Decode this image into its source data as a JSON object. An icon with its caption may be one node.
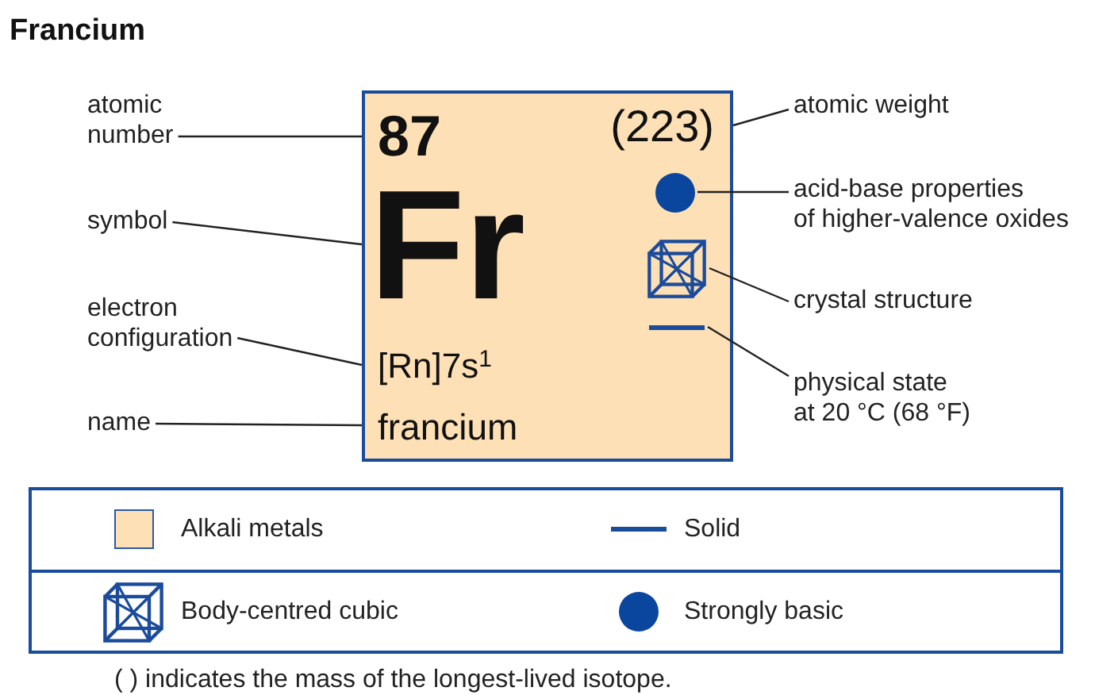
{
  "diagram": {
    "title": "Francium",
    "nodes": [
      {
        "text": [],
        "shape": "box"
      },
      {
        "text": [
          "87"
        ],
        "in": 0
      },
      {
        "text": [
          "(223)"
        ],
        "in": 0
      },
      {
        "text": [
          "Fr"
        ],
        "in": 0
      },
      {
        "text": [],
        "shape": "circle",
        "in": 0
      },
      {
        "text": [],
        "shape": "picture",
        "in": 0
      },
      {
        "text": [],
        "shape": "bar",
        "in": 0
      },
      {
        "text": [
          "[Rn]7s$^{1}$"
        ],
        "in": 0
      },
      {
        "text": [
          "francium"
        ],
        "in": 0
      },
      {
        "text": [
          "atomic number"
        ]
      },
      {
        "text": [
          "atomic weight"
        ]
      },
      {
        "text": [
          "symbol"
        ]
      },
      {
        "text": [
          "acid-base properties of higher-valence oxides"
        ]
      },
      {
        "text": [
          "crystal structure"
        ]
      },
      {
        "text": [
          "electron configuration"
        ]
      },
      {
        "text": [
          "physical state at 20 °C (68 °F)"
        ]
      },
      {
        "text": [
          "name"
        ]
      }
    ],
    "edges": [
      {
        "from": 9,
        "to": 1,
        "arrow": "none"
      },
      {
        "from": 10,
        "to": 2,
        "arrow": "none"
      },
      {
        "from": 11,
        "to": 3,
        "arrow": "none"
      },
      {
        "from": 12,
        "to": 4,
        "arrow": "none"
      },
      {
        "from": 13,
        "to": 5,
        "arrow": "none"
      },
      {
        "from": 14,
        "to": 7,
        "arrow": "none"
      },
      {
        "from": 15,
        "to": 6,
        "arrow": "none"
      },
      {
        "from": 16,
        "to": 8,
        "arrow": "none"
      }
    ],
    "labels": [
      "( ) indicates the mass of the longest-lived isotope."
    ],
    "legend": [
      {
        "text": "Alkali metals",
        "color": "#fde0b5"
      },
      {
        "text": "Solid"
      },
      {
        "text": "Body-centred cubic"
      },
      {
        "text": "Strongly basic",
        "color": "#0b469e"
      }
    ]
  }
}
